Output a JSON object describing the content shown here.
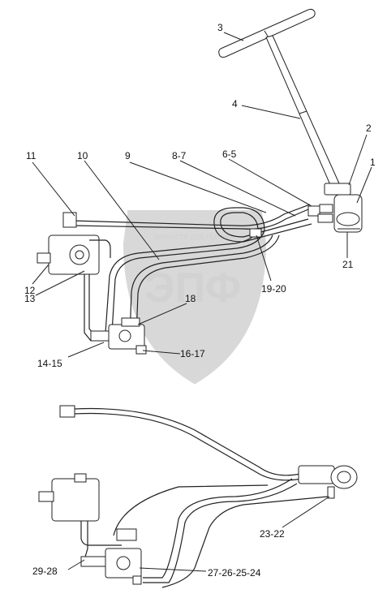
{
  "watermark": {
    "letters": "ЭПФ",
    "arc_text": "ЗАПЧАСТИ ДЛЯ ТЕХНИКИ"
  },
  "callouts": [
    {
      "id": "c-3",
      "label": "3"
    },
    {
      "id": "c-4",
      "label": "4"
    },
    {
      "id": "c-2",
      "label": "2"
    },
    {
      "id": "c-1",
      "label": "1"
    },
    {
      "id": "c-11",
      "label": "11"
    },
    {
      "id": "c-10",
      "label": "10"
    },
    {
      "id": "c-9",
      "label": "9"
    },
    {
      "id": "c-8-7",
      "label": "8-7"
    },
    {
      "id": "c-6-5",
      "label": "6-5"
    },
    {
      "id": "c-21",
      "label": "21"
    },
    {
      "id": "c-12",
      "label": "12"
    },
    {
      "id": "c-19-20",
      "label": "19-20"
    },
    {
      "id": "c-13",
      "label": "13"
    },
    {
      "id": "c-18",
      "label": "18"
    },
    {
      "id": "c-14-15",
      "label": "14-15"
    },
    {
      "id": "c-16-17",
      "label": "16-17"
    },
    {
      "id": "c-23-22",
      "label": "23-22"
    },
    {
      "id": "c-29-28",
      "label": "29-28"
    },
    {
      "id": "c-27-26-25-24",
      "label": "27-26-25-24"
    }
  ]
}
